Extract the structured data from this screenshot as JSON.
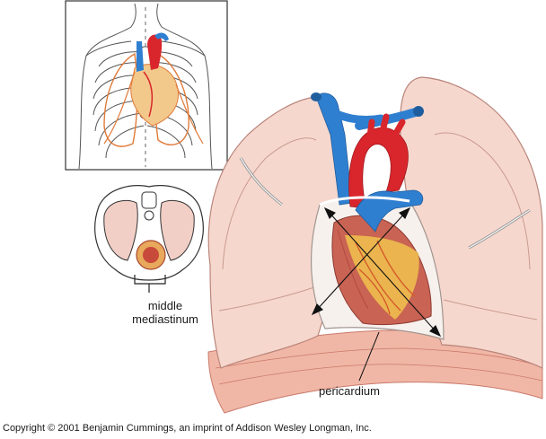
{
  "labels": {
    "middle_mediastinum_line1": "middle",
    "middle_mediastinum_line2": "mediastinum",
    "pericardium": "pericardium"
  },
  "copyright": "Copyright © 2001 Benjamin Cummings, an imprint of Addison Wesley Longman, Inc.",
  "colors": {
    "vessel_blue": "#2f7fd0",
    "artery_red": "#d8262c",
    "lung_pink": "#f2cfc6",
    "muscle_red": "#b5484a",
    "fat_yellow": "#f1c24e",
    "pericardium_white": "#f7f1ee"
  }
}
